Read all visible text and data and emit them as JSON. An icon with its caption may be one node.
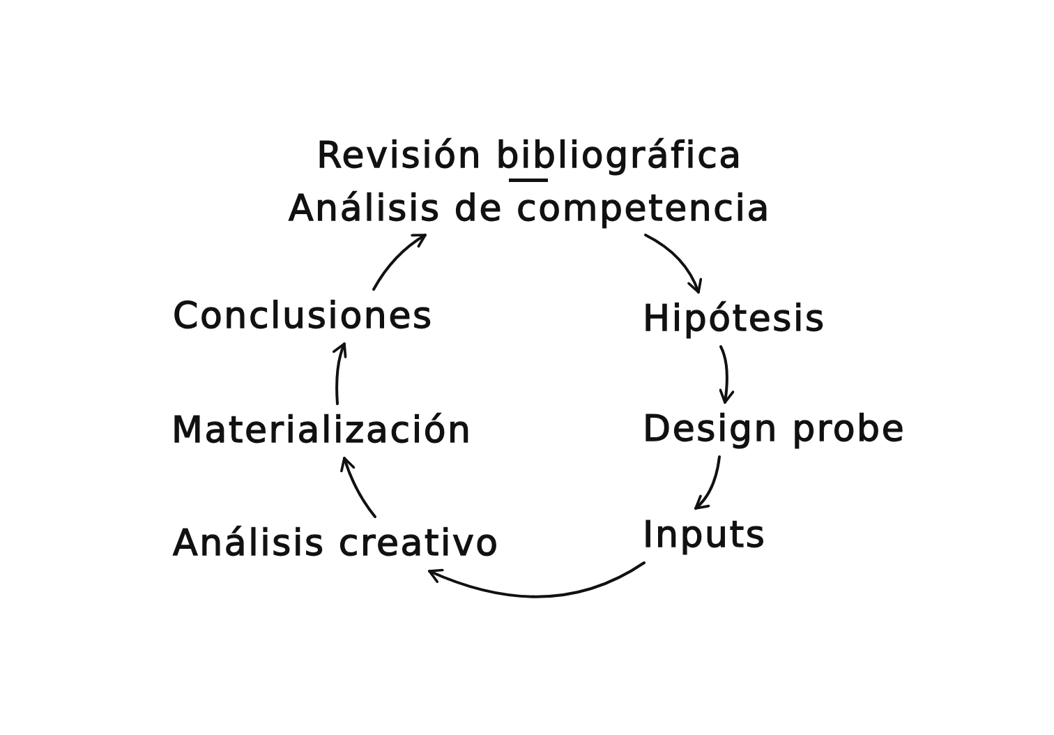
{
  "diagram": {
    "nodes": [
      {
        "text": [
          "Revisión bibliográfica",
          "Análisis de competencia"
        ]
      },
      {
        "text": [
          "Hipótesis"
        ]
      },
      {
        "text": [
          "Design probe"
        ]
      },
      {
        "text": [
          "Inputs"
        ]
      },
      {
        "text": [
          "Análisis creativo"
        ]
      },
      {
        "text": [
          "Materialización"
        ]
      },
      {
        "text": [
          "Conclusiones"
        ]
      }
    ],
    "edges": [
      {
        "from": 0,
        "to": 1,
        "arrow": "to"
      },
      {
        "from": 1,
        "to": 2,
        "arrow": "to"
      },
      {
        "from": 2,
        "to": 3,
        "arrow": "to"
      },
      {
        "from": 3,
        "to": 4,
        "arrow": "to"
      },
      {
        "from": 4,
        "to": 5,
        "arrow": "to"
      },
      {
        "from": 5,
        "to": 6,
        "arrow": "to"
      },
      {
        "from": 6,
        "to": 0,
        "arrow": "to"
      }
    ]
  }
}
